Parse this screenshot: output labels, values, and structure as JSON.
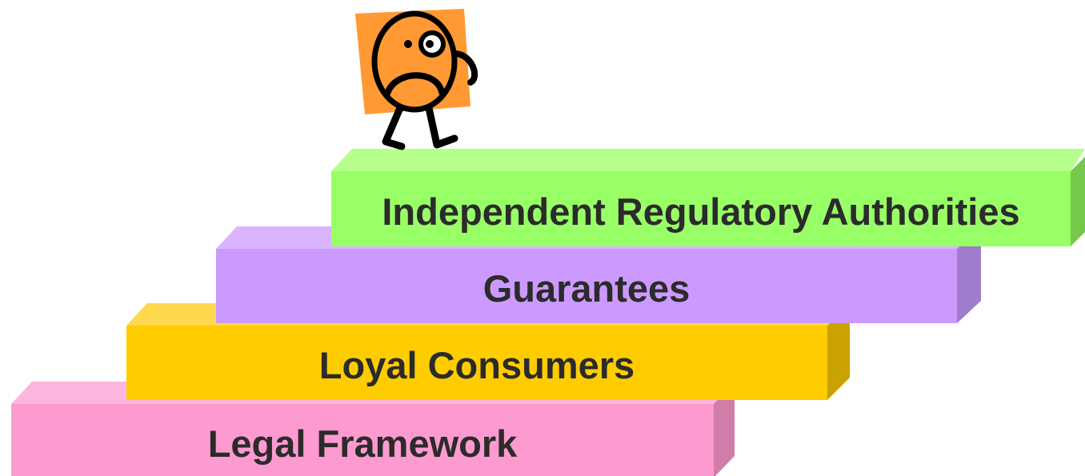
{
  "diagram": {
    "steps": [
      {
        "label": "Legal Framework",
        "color_front": "#fd9ad0",
        "color_top": "#fcb6dd",
        "color_side": "#d17ca9"
      },
      {
        "label": "Loyal Consumers",
        "color_front": "#ffcc00",
        "color_top": "#ffd84d",
        "color_side": "#c9a200"
      },
      {
        "label": "Guarantees",
        "color_front": "#cc99ff",
        "color_top": "#dab5ff",
        "color_side": "#a07ccc"
      },
      {
        "label": "Independent Regulatory Authorities",
        "color_front": "#99ff66",
        "color_top": "#b5ff8c",
        "color_side": "#74c94c"
      }
    ],
    "character": {
      "icon": "worried-stick-figure-icon",
      "body_color": "#ff9933"
    }
  }
}
